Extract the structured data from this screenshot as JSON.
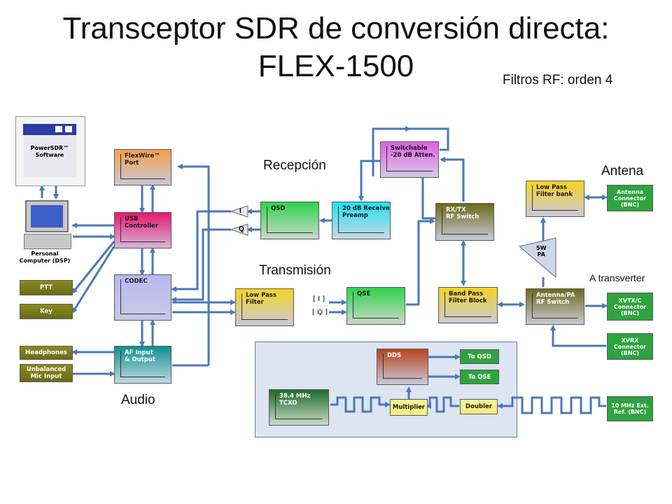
{
  "title_line1": "Transceptor SDR de conversión directa:",
  "title_line2": "FLEX-1500",
  "labels": {
    "filtros": "Filtros RF: orden 4",
    "recepcion": "Recepción",
    "transmision": "Transmisión",
    "antena": "Antena",
    "transverter": "A transverter",
    "audio": "Audio"
  },
  "pc": {
    "software": "PowerSDR™\nSoftware",
    "computer": "Personal\nComputer (DSP)"
  },
  "blocks": {
    "flexwire": "FlexWire™\nPort",
    "usb": "USB\nController",
    "codec": "CODEC",
    "af": "AF Input\n& Output",
    "ptt": "PTT",
    "key": "Key",
    "headphones": "Headphones",
    "mic": "Unbalanced\nMic Input",
    "qsd": "QSD",
    "preamp": "20 dB Receive\nPreamp",
    "atten": "Switchable\n-20 dB Atten.",
    "rxtx": "RX/TX\nRF Switch",
    "lpf_tx": "Low Pass\nFilter",
    "qse": "QSE",
    "bpf": "Band Pass\nFilter Block",
    "lpf_bank": "Low Pass\nFilter bank",
    "pa": "5W\nPA",
    "antpa": "Antenna/PA\nRF Switch",
    "ant_conn": "Antenna\nConnector\n(BNC)",
    "xvtx": "XVTX/C\nConnector\n(BNC)",
    "xvrx": "XVRX\nConnector\n(BNC)",
    "dds": "DDS",
    "to_qsd": "To QSD",
    "to_qse": "To QSE",
    "tcxo": "38.4 MHz\nTCXO",
    "multiplier": "Multiplier",
    "doubler": "Doubler",
    "ext_ref": "10 MHz Ext.\nRef. (BNC)"
  },
  "signals": {
    "i_label": "I",
    "q_label": "Q",
    "i_bracket": "[ I ]",
    "q_bracket": "[ Q ]"
  },
  "colors": {
    "line": "#4a78b8",
    "panel": "#dde4f2"
  }
}
